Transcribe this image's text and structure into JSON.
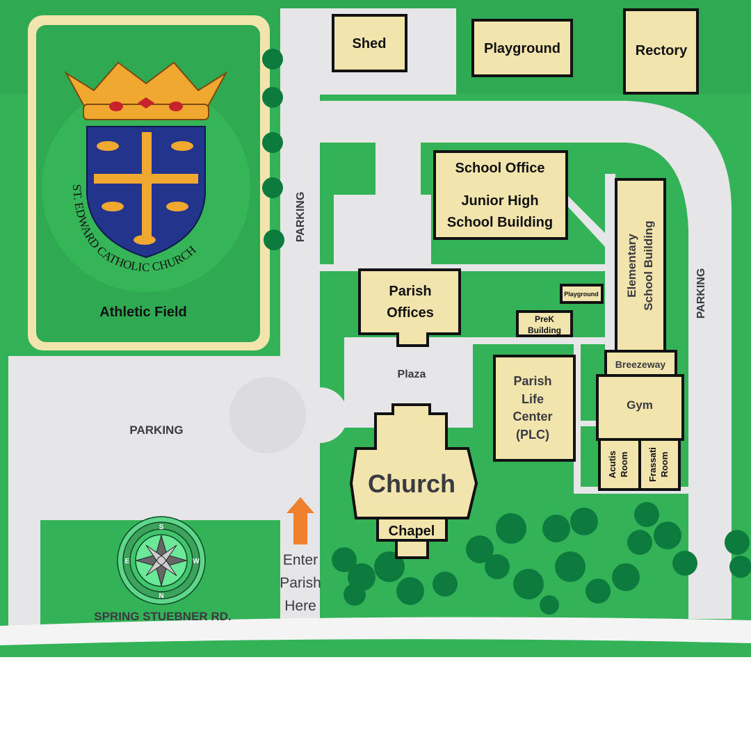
{
  "title": "St. Edward Catholic Church campus map",
  "colors": {
    "grass": "#33b257",
    "road": "#e6e6e8",
    "building": "#f1e4ad",
    "trees": "#0e7b3e",
    "arrow": "#f07f2e"
  },
  "logo": {
    "text": "ST. EDWARD CATHOLIC CHURCH",
    "icon": "crest-crown-icon"
  },
  "areas": {
    "athletic_field": "Athletic Field",
    "parking_left": "PARKING",
    "parking_vertical": "PARKING",
    "parking_right": "PARKING",
    "plaza": "Plaza",
    "road": "SPRING STUEBNER RD."
  },
  "buildings": {
    "shed": "Shed",
    "playground_top": "Playground",
    "rectory": "Rectory",
    "school_office": "School Office",
    "junior_high": [
      "Junior High",
      "School Building"
    ],
    "parish_offices": [
      "Parish",
      "Offices"
    ],
    "playground_small": "Playground",
    "prek": [
      "PreK",
      "Building"
    ],
    "elementary": [
      "Elementary",
      "School Building"
    ],
    "breezeway": "Breezeway",
    "gym": "Gym",
    "plc": [
      "Parish",
      "Life",
      "Center",
      "(PLC)"
    ],
    "acutis": [
      "Acutis",
      "Room"
    ],
    "frassati": [
      "Frassati",
      "Room"
    ],
    "church": "Church",
    "chapel": "Chapel"
  },
  "entrance": [
    "Enter",
    "Parish",
    "Here"
  ],
  "compass": {
    "n": "N",
    "s": "S",
    "e": "E",
    "w": "W"
  }
}
